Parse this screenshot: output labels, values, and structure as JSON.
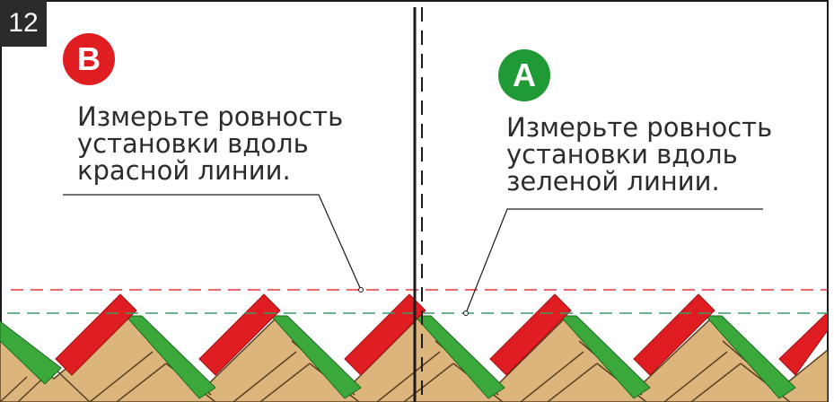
{
  "step": {
    "number": "12"
  },
  "panel_b": {
    "badge": "B",
    "text_lines": [
      "Измерьте ровность",
      "установки вдоль",
      "красной линии."
    ]
  },
  "panel_a": {
    "badge": "A",
    "text_lines": [
      "Измерьте ровность",
      "установки вдоль",
      "зеленой линии."
    ]
  },
  "colors": {
    "red": "#e01e22",
    "green": "#1f9a35",
    "panel_green": "#3aa83a",
    "wood": "#dcb57c",
    "wood_line": "#5a4020",
    "dash_red": "#e0393b",
    "dash_green": "#3a9a6a",
    "frame": "#1a1a1a"
  }
}
